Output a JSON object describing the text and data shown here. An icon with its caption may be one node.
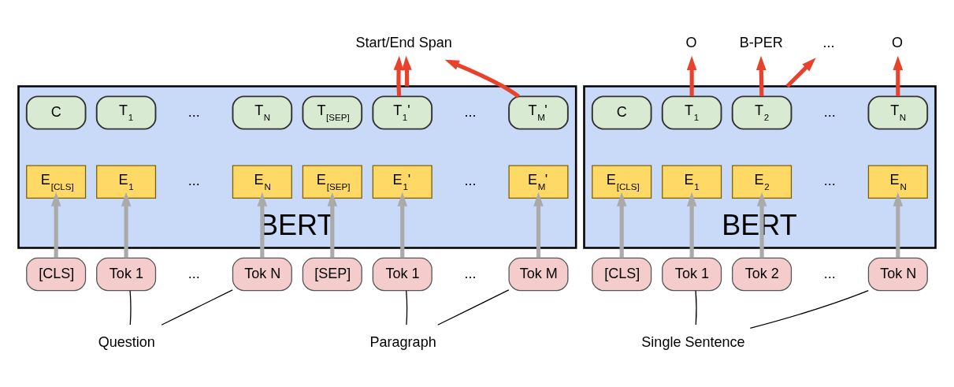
{
  "diagram": {
    "nodes": [
      {
        "text": [
          "Start/End Span"
        ]
      },
      {
        "text": [
          "O"
        ]
      },
      {
        "text": [
          "B-PER"
        ]
      },
      {
        "text": [
          "..."
        ]
      },
      {
        "text": [
          "O"
        ]
      },
      {
        "text": [
          "BERT"
        ]
      },
      {
        "text": [
          "C"
        ],
        "in": 5
      },
      {
        "text": [
          "T$_{1}$"
        ],
        "in": 5
      },
      {
        "text": [
          "T$_{N}$"
        ],
        "in": 5
      },
      {
        "text": [
          "T$_{[SEP]}$"
        ],
        "in": 5
      },
      {
        "text": [
          "T$_{1}$'"
        ],
        "in": 5
      },
      {
        "text": [
          "T$_{M}$'"
        ],
        "in": 5
      },
      {
        "text": [
          "E$_{[CLS]}$"
        ],
        "in": 5
      },
      {
        "text": [
          "E$_{1}$"
        ],
        "in": 5
      },
      {
        "text": [
          "E$_{N}$"
        ],
        "in": 5
      },
      {
        "text": [
          "E$_{[SEP]}$"
        ],
        "in": 5
      },
      {
        "text": [
          "E$_{1}$'"
        ],
        "in": 5
      },
      {
        "text": [
          "E$_{M}$'"
        ],
        "in": 5
      },
      {
        "text": [
          "BERT"
        ]
      },
      {
        "text": [
          "C"
        ],
        "in": 18
      },
      {
        "text": [
          "T$_{1}$"
        ],
        "in": 18
      },
      {
        "text": [
          "T$_{2}$"
        ],
        "in": 18
      },
      {
        "text": [
          "T$_{N}$"
        ],
        "in": 18
      },
      {
        "text": [
          "E$_{[CLS]}$"
        ],
        "in": 18
      },
      {
        "text": [
          "E$_{1}$"
        ],
        "in": 18
      },
      {
        "text": [
          "E$_{2}$"
        ],
        "in": 18
      },
      {
        "text": [
          "E$_{N}$"
        ],
        "in": 18
      },
      {
        "text": [
          "[CLS]"
        ]
      },
      {
        "text": [
          "Tok 1"
        ]
      },
      {
        "text": [
          "Tok N"
        ]
      },
      {
        "text": [
          "[SEP]"
        ]
      },
      {
        "text": [
          "Tok 1"
        ]
      },
      {
        "text": [
          "Tok M"
        ]
      },
      {
        "text": [
          "[CLS]"
        ]
      },
      {
        "text": [
          "Tok 1"
        ]
      },
      {
        "text": [
          "Tok 2"
        ]
      },
      {
        "text": [
          "Tok N"
        ]
      },
      {
        "text": [
          "Question"
        ]
      },
      {
        "text": [
          "Paragraph"
        ]
      },
      {
        "text": [
          "Single Sentence"
        ]
      }
    ],
    "edges": [
      {
        "from": 10,
        "to": 0,
        "arrow": "to",
        "color": "#e8412c"
      },
      {
        "from": 5,
        "to": 0,
        "arrow": "to",
        "color": "#e8412c"
      },
      {
        "from": 11,
        "to": 0,
        "arrow": "to",
        "color": "#e8412c"
      },
      {
        "from": 20,
        "to": 1,
        "arrow": "to",
        "color": "#e8412c"
      },
      {
        "from": 21,
        "to": 2,
        "arrow": "to",
        "color": "#e8412c"
      },
      {
        "from": 18,
        "to": 3,
        "arrow": "to",
        "color": "#e8412c"
      },
      {
        "from": 22,
        "to": 4,
        "arrow": "to",
        "color": "#e8412c"
      },
      {
        "from": 27,
        "to": 12,
        "arrow": "to"
      },
      {
        "from": 28,
        "to": 13,
        "arrow": "to"
      },
      {
        "from": 29,
        "to": 14,
        "arrow": "to"
      },
      {
        "from": 30,
        "to": 15,
        "arrow": "to"
      },
      {
        "from": 31,
        "to": 16,
        "arrow": "to"
      },
      {
        "from": 32,
        "to": 17,
        "arrow": "to"
      },
      {
        "from": 33,
        "to": 23,
        "arrow": "to"
      },
      {
        "from": 34,
        "to": 24,
        "arrow": "to"
      },
      {
        "from": 35,
        "to": 25,
        "arrow": "to"
      },
      {
        "from": 36,
        "to": 26,
        "arrow": "to"
      },
      {
        "from": 28,
        "to": 37,
        "arrow": "none",
        "color": "#000000"
      },
      {
        "from": 29,
        "to": 37,
        "arrow": "none",
        "color": "#000000"
      },
      {
        "from": 31,
        "to": 38,
        "arrow": "none",
        "color": "#000000"
      },
      {
        "from": 32,
        "to": 38,
        "arrow": "none",
        "color": "#000000"
      },
      {
        "from": 34,
        "to": 39,
        "arrow": "none",
        "color": "#000000"
      },
      {
        "from": 36,
        "to": 39,
        "arrow": "none",
        "color": "#000000"
      }
    ],
    "labels": [
      "...",
      "...",
      "...",
      "...",
      "...",
      "...",
      "...",
      "...",
      "..."
    ]
  }
}
